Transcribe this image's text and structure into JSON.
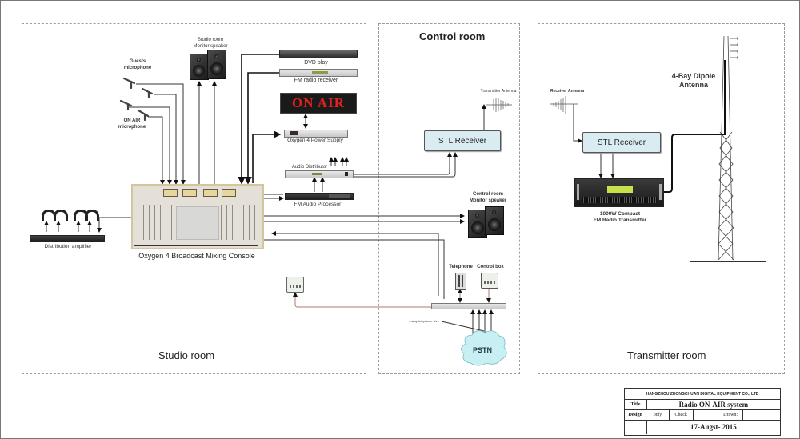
{
  "diagram": {
    "rooms": {
      "studio": {
        "footer": "Studio room"
      },
      "control": {
        "title": "Control  room"
      },
      "transmitter": {
        "footer": "Transmitter room"
      }
    },
    "studio": {
      "studio_monitor_label_1": "Studio room",
      "studio_monitor_label_2": "Monitor speaker",
      "guests_mic_label_1": "Guests",
      "guests_mic_label_2": "microphone",
      "onair_mic_label_1": "ON AIR",
      "onair_mic_label_2": "microphone",
      "dvd_label": "DVD play",
      "fm_receiver_label": "FM radio receiver",
      "on_air_sign": "ON  AIR",
      "power_supply_label": "Oxygen 4 Power Supply",
      "audio_distributor_label": "Audio Distributor",
      "fm_processor_label": "FM Audio Processor",
      "console_label": "Oxygen 4 Broadcast Mixing Console",
      "distribution_amp_label": "Distribution amplifier"
    },
    "control": {
      "tx_antenna_label": "Transmitter Antenna",
      "stl_receiver_label": "STL Receiver",
      "monitor_label_1": "Control room",
      "monitor_label_2": "Monitor speaker",
      "telephone_label": "Telephone",
      "control_box_label": "Control box",
      "telephone_wire_label": "4-way telephone wire",
      "pstn_label": "PSTN"
    },
    "transmitter": {
      "rx_antenna_label": "Receiver Antenna",
      "stl_receiver_label": "STL Receiver",
      "transmitter_label_1": "1000W Compact",
      "transmitter_label_2": "FM Radio Transmitter",
      "dipole_label_1": "4-Bay Dipole",
      "dipole_label_2": "Antenna"
    },
    "title_block": {
      "company": "HANGZHOU ZHONGCHUAN DIGITAL EQUIPMENT CO., LTD",
      "title_key": "Title",
      "title_value": "Radio ON-AIR  system",
      "design_key": "Design",
      "design_value": "only",
      "check_key": "Check",
      "drawn_key": "Drawn:",
      "date": "17-Augst- 2015"
    },
    "colors": {
      "stl_fill": "#d9ecf2",
      "pstn_fill": "#c8f0f4",
      "on_air_red": "#e0221e",
      "phone_wire": "#b27a6e"
    }
  }
}
